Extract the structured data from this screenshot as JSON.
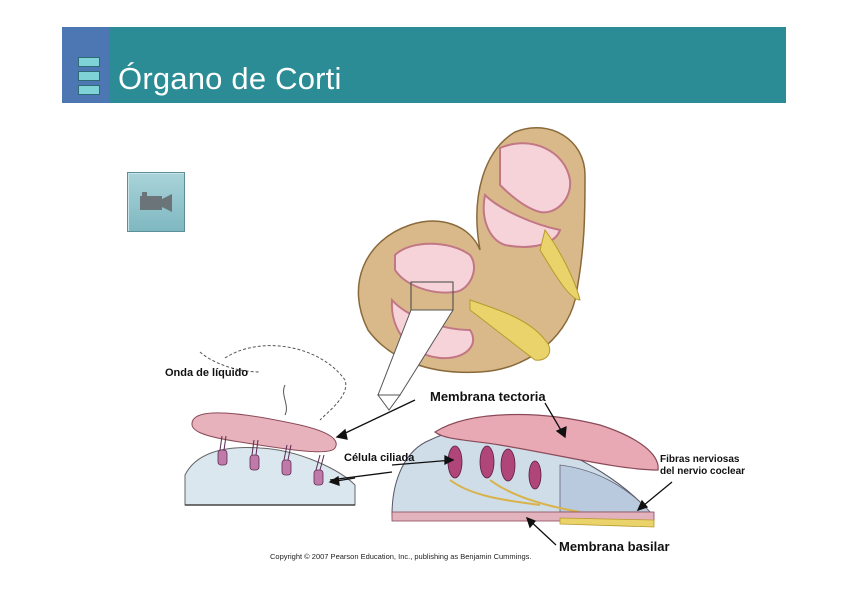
{
  "header": {
    "title": "Órgano de Corti"
  },
  "video_button": {
    "icon": "video-camera-icon"
  },
  "labels": {
    "onda": "Onda de líquido",
    "tectoria": "Membrana tectoria",
    "celula": "Célula ciliada",
    "fibras_1": "Fibras nerviosas",
    "fibras_2": "del nervio coclear",
    "basilar": "Membrana basilar"
  },
  "copyright": "Copyright © 2007 Pearson Education, Inc., publishing as Benjamin Cummings.",
  "colors": {
    "header": "#2b8c96",
    "accent": "#4d77b3",
    "membrane_pink": "#e8a9b5",
    "bone": "#d9b98a"
  }
}
